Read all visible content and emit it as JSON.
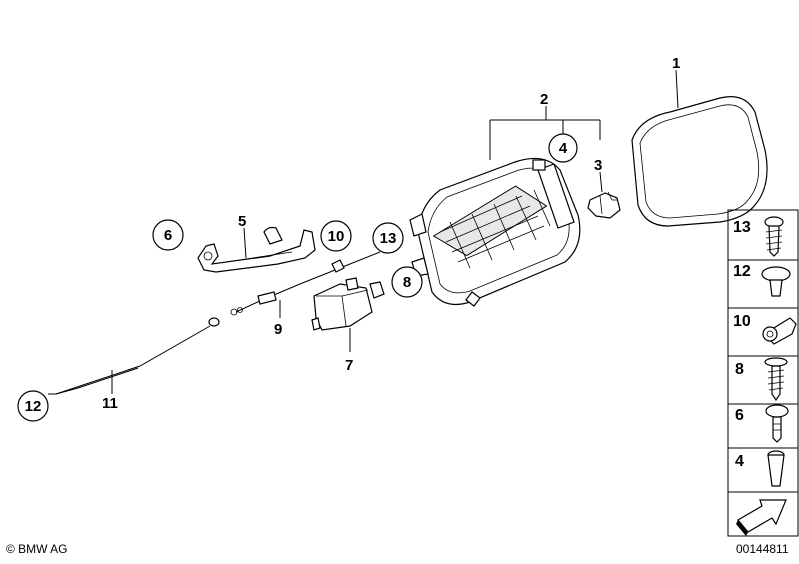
{
  "diagram": {
    "callouts": [
      {
        "id": "1",
        "text": "1"
      },
      {
        "id": "2",
        "text": "2"
      },
      {
        "id": "3",
        "text": "3"
      },
      {
        "id": "4",
        "text": "4",
        "circled": true
      },
      {
        "id": "5",
        "text": "5"
      },
      {
        "id": "6",
        "text": "6",
        "circled": true
      },
      {
        "id": "7",
        "text": "7"
      },
      {
        "id": "8",
        "text": "8",
        "circled": true
      },
      {
        "id": "9",
        "text": "9"
      },
      {
        "id": "10",
        "text": "10",
        "circled": true
      },
      {
        "id": "11",
        "text": "11"
      },
      {
        "id": "12",
        "text": "12",
        "circled": true
      },
      {
        "id": "13",
        "text": "13",
        "circled": true
      }
    ],
    "side_panel": [
      {
        "label": "13",
        "icon": "torx-screw-icon"
      },
      {
        "label": "12",
        "icon": "plastic-rivet-icon"
      },
      {
        "label": "10",
        "icon": "cable-clip-icon"
      },
      {
        "label": "8",
        "icon": "self-tapping-screw-icon"
      },
      {
        "label": "6",
        "icon": "flange-screw-icon"
      },
      {
        "label": "4",
        "icon": "expanding-nut-icon"
      }
    ]
  },
  "footer": {
    "copyright": "© BMW AG",
    "image_number": "00144811"
  }
}
